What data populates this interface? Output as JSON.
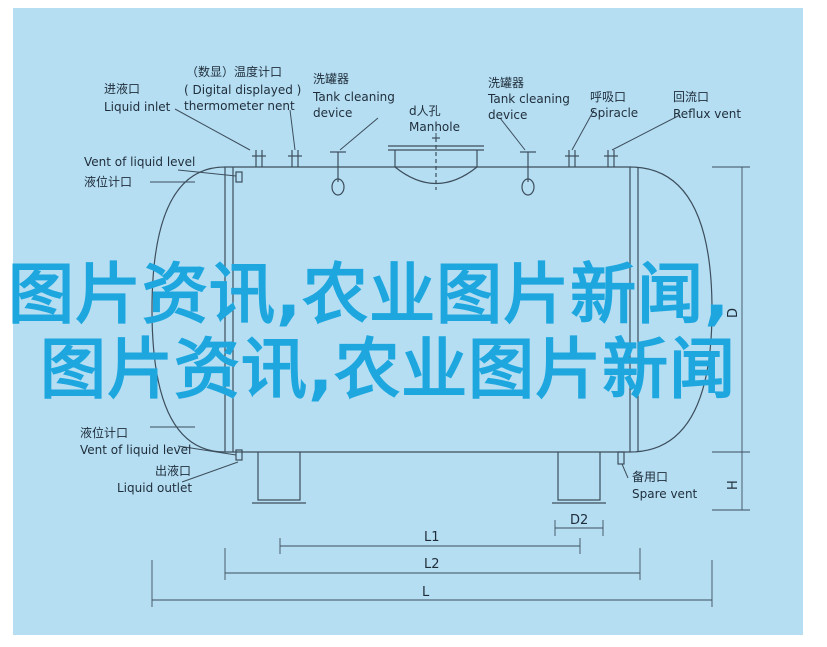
{
  "labels": {
    "liquid_inlet_cn": "进液口",
    "liquid_inlet_en": "Liquid inlet",
    "thermo_cn": "（数显）温度计口",
    "thermo_en1": "( Digital displayed )",
    "thermo_en2": "thermometer nent",
    "tank_cleaning_left_cn": "洗罐器",
    "tank_cleaning_left_en1": "Tank cleaning",
    "tank_cleaning_left_en2": "device",
    "manhole_cn": "d人孔",
    "manhole_en": "Manhole",
    "tank_cleaning_right_cn": "洗罐器",
    "tank_cleaning_right_en1": "Tank cleaning",
    "tank_cleaning_right_en2": "device",
    "spiracle_cn": "呼吸口",
    "spiracle_en": "Spiracle",
    "reflux_cn": "回流口",
    "reflux_en": "Reflux vent",
    "vent_level_top_en": "Vent of liquid level",
    "level_port_top_cn": "液位计口",
    "level_port_bottom_cn": "液位计口",
    "vent_level_bottom_en": "Vent of liquid level",
    "liquid_outlet_cn": "出液口",
    "liquid_outlet_en": "Liquid outlet",
    "spare_vent_cn": "备用口",
    "spare_vent_en": "Spare vent"
  },
  "dimensions": {
    "d2": "D2",
    "l1": "L1",
    "l2": "L2",
    "l": "L",
    "d": "D",
    "h": "H"
  },
  "overlay": {
    "line1": "图片资讯,农业图片新闻,",
    "line2": "图片资讯,农业图片新闻"
  },
  "colors": {
    "background": "#b5def3",
    "line": "#3d4e5c",
    "overlay_text": "#1ea7df"
  }
}
